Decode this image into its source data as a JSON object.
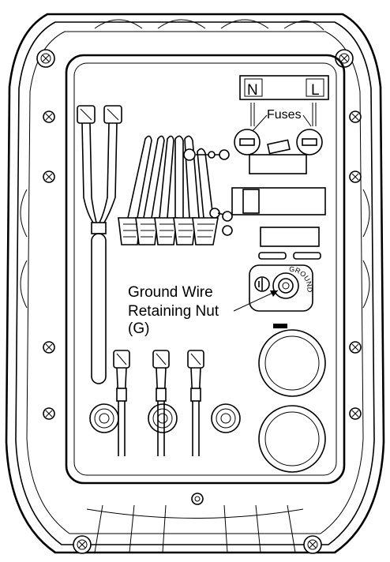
{
  "labels": {
    "terminal_n": "N",
    "terminal_l": "L",
    "fuses": "Fuses",
    "ground_line1": "Ground Wire",
    "ground_line2": "Retaining Nut",
    "ground_line3": "(G)",
    "ground_stamp": "GROUND"
  }
}
